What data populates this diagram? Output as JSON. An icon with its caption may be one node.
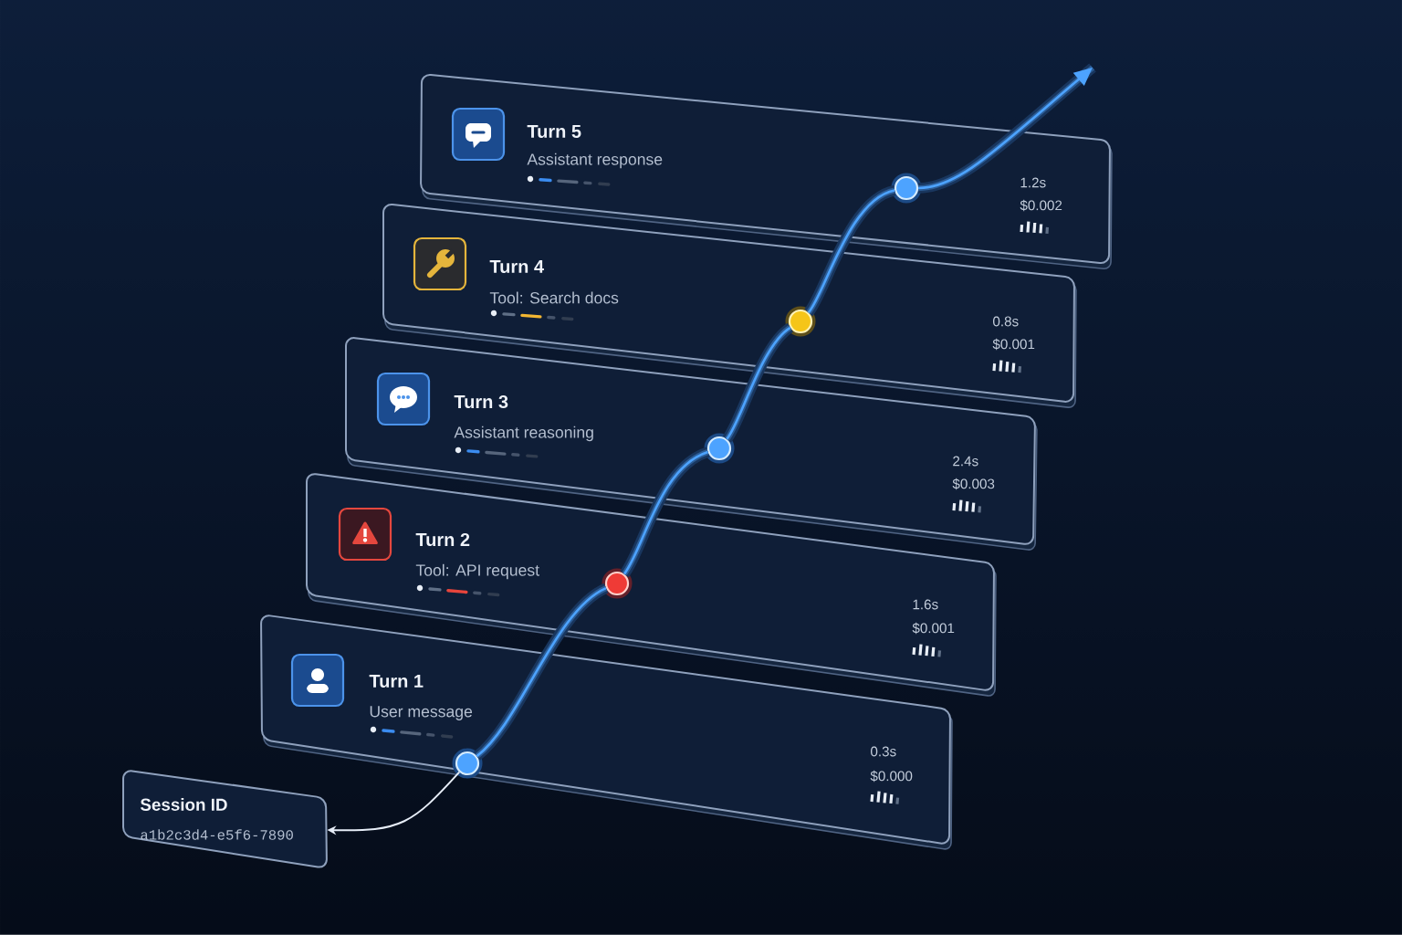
{
  "diagram": {
    "nodes": [
      {
        "text": [
          "Turn 5",
          "Assistant response",
          "1.2s",
          "$0.002"
        ]
      },
      {
        "text": [],
        "shape": "circle",
        "in": 0
      },
      {
        "text": [
          "Turn 4",
          "Tool: Search docs",
          "0.8s",
          "$0.001"
        ]
      },
      {
        "text": [],
        "shape": "circle",
        "in": 2
      },
      {
        "text": [
          "Turn 3",
          "Assistant reasoning",
          "2.4s",
          "$0.003"
        ]
      },
      {
        "text": [],
        "shape": "circle",
        "in": 4
      },
      {
        "text": [
          "Turn 2",
          "Tool: API request",
          "1.6s",
          "$0.001"
        ]
      },
      {
        "text": [],
        "shape": "circle",
        "in": 6
      },
      {
        "text": [
          "Turn 1",
          "User message",
          "0.3s",
          "$0.000"
        ]
      },
      {
        "text": [],
        "shape": "circle",
        "in": 8
      },
      {
        "text": [
          "Session ID",
          "a1b2c3d4-e5f6-7890"
        ]
      }
    ],
    "edges": [
      {
        "from": 9,
        "to": 7,
        "arrow": "none"
      },
      {
        "from": 7,
        "to": 5,
        "arrow": "none"
      },
      {
        "from": 5,
        "to": 3,
        "arrow": "none"
      },
      {
        "from": 3,
        "to": 1,
        "arrow": "none"
      },
      {
        "from": 1,
        "to": null,
        "arrow": "to"
      },
      {
        "from": 9,
        "to": 10,
        "arrow": "to",
        "color": "#e6edf7"
      }
    ]
  }
}
